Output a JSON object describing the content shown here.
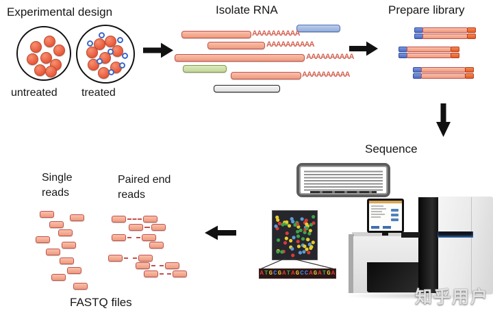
{
  "experimental_design": {
    "title": "Experimental design",
    "untreated_label": "untreated",
    "treated_label": "treated"
  },
  "isolate_rna": {
    "title": "Isolate RNA",
    "polya_tail": "AAAAAAAAAA"
  },
  "prepare_library": {
    "title": "Prepare library"
  },
  "sequence": {
    "title": "Sequence",
    "read_sequence": "ATGCGATAGCCAGATGA",
    "base_colors": {
      "A": "#DC3B3B",
      "T": "#3FA24B",
      "G": "#E5C02E",
      "C": "#4C82D6"
    },
    "cluster_colors": [
      "#D93A3A",
      "#3FA24B",
      "#E8CC2E",
      "#5B9BD5"
    ]
  },
  "reads": {
    "single_line1": "Single",
    "single_line2": "reads",
    "paired_line1": "Paired end",
    "paired_line2": "reads",
    "fastq_label": "FASTQ files"
  },
  "watermark": "知乎用户"
}
